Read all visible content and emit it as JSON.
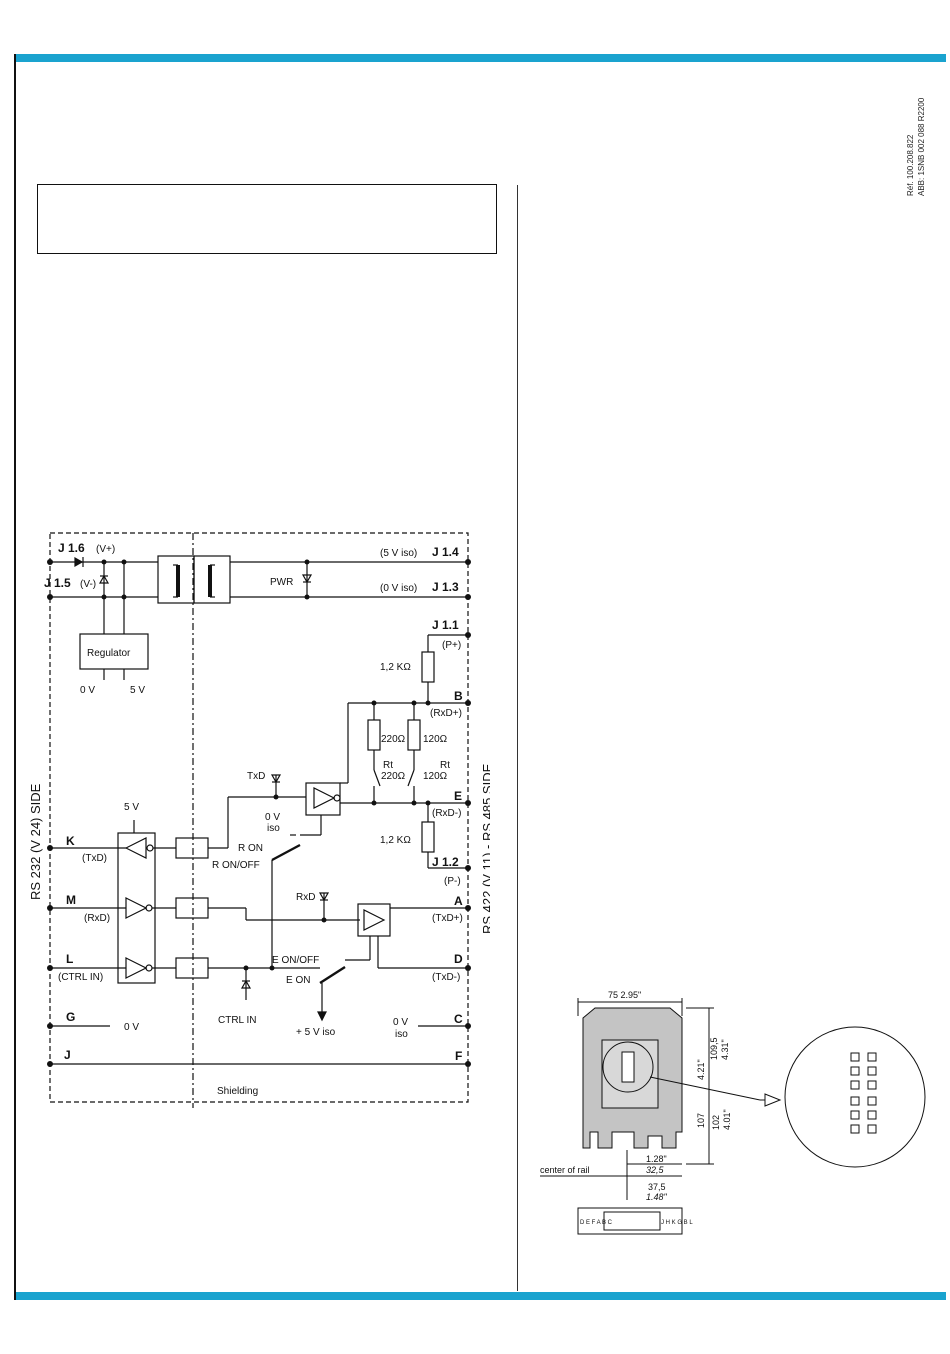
{
  "header": {
    "ref_line_1": "Réf. 100.208.822",
    "ref_line_2": "ABB: 1SNB 002 088 R2200"
  },
  "schematic": {
    "terminals_right": {
      "j14": "J  1.4",
      "j14_note": "(5  V  iso)",
      "j13": "J  1.3",
      "j13_note": "(0  V  iso)",
      "j11": "J  1.1",
      "j11_note": "(P+)",
      "b": "B",
      "b_note": "(RxD+)",
      "e": "E",
      "e_note": "(RxD-)",
      "j12": "J  1.2",
      "j12_note": "(P-)",
      "a": "A",
      "a_note": "(TxD+)",
      "d": "D",
      "d_note": "(TxD-)",
      "c": "C",
      "f": "F"
    },
    "terminals_left": {
      "j16": "J  1.6",
      "j16_note": "(V+)",
      "j15": "J  1.5",
      "j15_note": "(V-)",
      "k": "K",
      "k_note": "(TxD)",
      "m": "M",
      "m_note": "(RxD)",
      "l": "L",
      "l_note": "(CTRL  IN)",
      "g": "G",
      "j": "J"
    },
    "labels": {
      "regulator": "Regulator",
      "zero_v": "0  V",
      "five_v": "5  V",
      "five_v_top": "5  V",
      "pwr": "PWR",
      "r12k_top": "1,2  KΩ",
      "r12k_bottom": "1,2  KΩ",
      "r220": "220Ω",
      "r120": "120Ω",
      "rt220_a": "Rt",
      "rt220_b": "220Ω",
      "rt120_a": "Rt",
      "rt120_b": "120Ω",
      "txd_led": "TxD",
      "rxd_led": "RxD",
      "zero_v_iso_a": "0  V",
      "zero_v_iso_b": "iso",
      "r_on": "R  ON",
      "r_onoff": "R  ON/OFF",
      "e_onoff": "E  ON/OFF",
      "e_on": "E  ON",
      "ctrl_in": "CTRL  IN",
      "plus5v_iso": "+  5  V  iso",
      "g_0v": "0  V",
      "c_0v_a": "0  V",
      "c_0v_b": "iso",
      "shielding": "Shielding",
      "side_left": "RS  232  (V  24)  SIDE",
      "side_right": "RS  422  (V  11)  -  RS  485  SIDE"
    }
  },
  "dimensions": {
    "width_top": "75  2.95\"",
    "h1095_a": "109,5",
    "h1095_b": "4.31\"",
    "h107_a": "107",
    "h107_b": "4.21\"",
    "h102_a": "102",
    "h102_b": "4.01\"",
    "d128": "1.28\"",
    "d325": "32,5",
    "d375": "37,5",
    "d148": "1.48\"",
    "center_of_rail": "center  of  rail",
    "strip_left": "D E F A B C",
    "strip_right": "J H K G B L"
  }
}
